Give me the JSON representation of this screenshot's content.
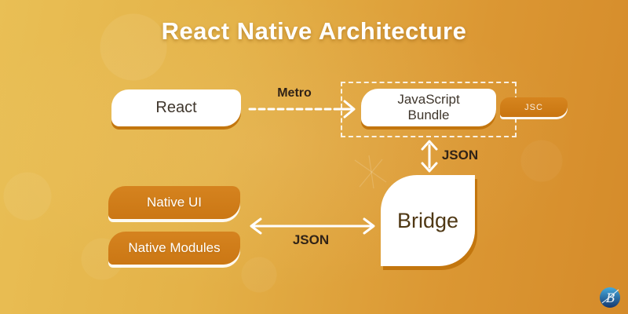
{
  "title": "React Native Architecture",
  "nodes": {
    "react": {
      "label": "React"
    },
    "js_bundle": {
      "line1": "JavaScript",
      "line2": "Bundle"
    },
    "jsc": {
      "label": "JSC"
    },
    "bridge": {
      "label": "Bridge"
    },
    "native_ui": {
      "label": "Native UI"
    },
    "native_modules": {
      "label": "Native Modules"
    }
  },
  "edges": {
    "metro": {
      "label": "Metro"
    },
    "bundle_bridge": {
      "label": "JSON"
    },
    "native_bridge": {
      "label": "JSON"
    }
  },
  "logo": {
    "letter": "B"
  },
  "colors": {
    "background_left": "#e9bf55",
    "background_right": "#d58b2a",
    "accent_orange": "#cf7c19",
    "shadow_orange": "#c3760e",
    "edge_text_dark": "#312317",
    "node_text": "#3f362c",
    "bridge_text": "#4f3814",
    "white": "#ffffff",
    "logo_blue_light": "#45aadd",
    "logo_blue_dark": "#16386f"
  }
}
